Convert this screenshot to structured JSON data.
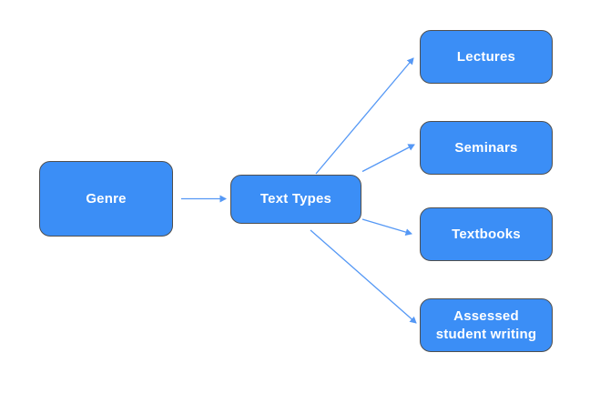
{
  "diagram": {
    "background_color": "#ffffff",
    "node_fill_color": "#3b8ef6",
    "node_border_color": "#4f4f4f",
    "node_text_color": "#ffffff",
    "arrow_color": "#5598f5",
    "nodes": {
      "genre": {
        "label": "Genre"
      },
      "text_types": {
        "label": "Text Types"
      },
      "lectures": {
        "label": "Lectures"
      },
      "seminars": {
        "label": "Seminars"
      },
      "textbooks": {
        "label": "Textbooks"
      },
      "assessed_student_writing": {
        "label": "Assessed\nstudent writing"
      }
    },
    "edges": [
      {
        "from": "Genre",
        "to": "Text Types"
      },
      {
        "from": "Text Types",
        "to": "Lectures"
      },
      {
        "from": "Text Types",
        "to": "Seminars"
      },
      {
        "from": "Text Types",
        "to": "Textbooks"
      },
      {
        "from": "Text Types",
        "to": "Assessed student writing"
      }
    ]
  }
}
